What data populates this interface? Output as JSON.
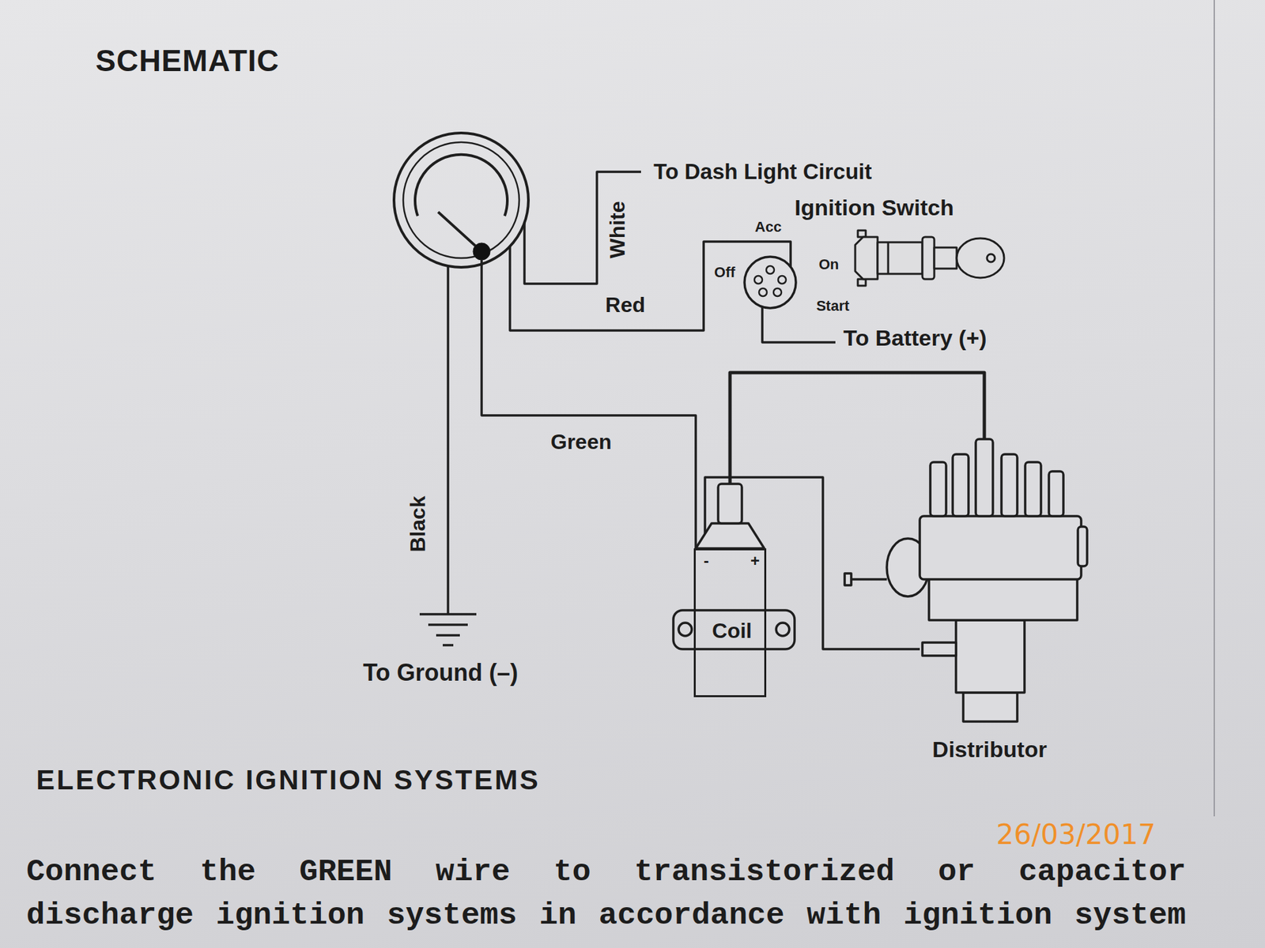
{
  "diagram": {
    "title": "SCHEMATIC",
    "nodes": [
      {
        "text": [
          "Acc",
          "Off",
          "On",
          "Start"
        ]
      },
      {
        "text": [
          "Coil"
        ]
      },
      {
        "text": [
          "Distributor"
        ]
      }
    ],
    "edges": [
      {
        "from": 1,
        "to": 2,
        "arrow": "none"
      },
      {
        "from": 1,
        "to": 2,
        "arrow": "none"
      }
    ],
    "labels": [
      "To Dash Light Circuit",
      "White",
      "Ignition Switch",
      "Red",
      "To Battery (+)",
      "Green",
      "Black",
      "-",
      "+",
      "To Ground (–)",
      "ELECTRONIC IGNITION SYSTEMS",
      "Connect the GREEN wire to transistorized or capacitor discharge ignition systems in accordance with ignition system",
      "26/03/2017"
    ]
  }
}
